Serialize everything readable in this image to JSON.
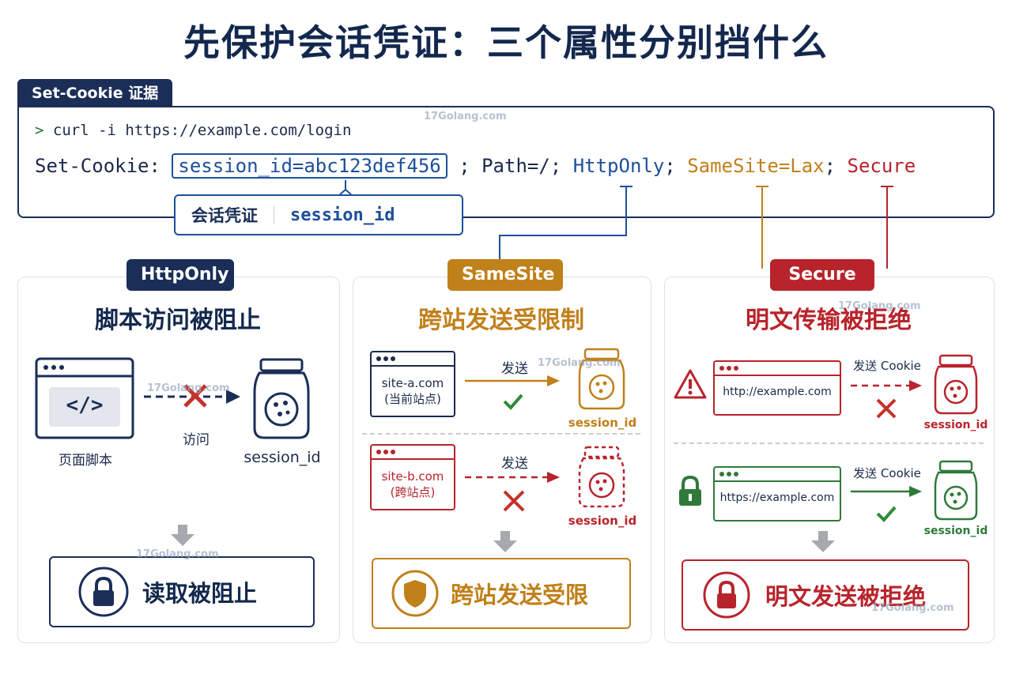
{
  "title": "先保护会话凭证：三个属性分别挡什么",
  "evidence": {
    "tab": "Set-Cookie 证据",
    "prompt": ">",
    "command": "curl -i https://example.com/login",
    "header_name": "Set-Cookie:",
    "session_pair": "session_id=abc123def456",
    "path_part": "; Path=/;",
    "httponly": "HttpOnly",
    "semi1": ";",
    "samesite": "SameSite=Lax",
    "semi2": ";",
    "secure": "Secure",
    "credential_label": "会话凭证",
    "credential_value": "session_id"
  },
  "panels": {
    "httponly": {
      "badge": "HttpOnly",
      "title": "脚本访问被阻止",
      "code_glyph": "</>",
      "script_label": "页面脚本",
      "access_label": "访问",
      "jar_label": "session_id",
      "result": "读取被阻止"
    },
    "samesite": {
      "badge": "SameSite",
      "title": "跨站发送受限制",
      "site_a_line1": "site-a.com",
      "site_a_line2": "(当前站点)",
      "send_a": "发送",
      "jar_a": "session_id",
      "site_b_line1": "site-b.com",
      "site_b_line2": "(跨站点)",
      "send_b": "发送",
      "jar_b": "session_id",
      "result": "跨站发送受限"
    },
    "secure": {
      "badge": "Secure",
      "title": "明文传输被拒绝",
      "http_url": "http://example.com",
      "send_http": "发送 Cookie",
      "jar_http": "session_id",
      "https_url": "https://example.com",
      "send_https": "发送 Cookie",
      "jar_https": "session_id",
      "result": "明文发送被拒绝"
    }
  },
  "watermark": "17Golang.com",
  "colors": {
    "navy": "#1a2e57",
    "blue": "#1d4f9c",
    "gold": "#c0801a",
    "red": "#b8242b",
    "green": "#2f7a3a"
  },
  "icons": [
    "code-icon",
    "cookie-jar-icon",
    "cross-icon",
    "check-icon",
    "lock-icon",
    "shield-icon",
    "warning-icon",
    "browser-window-icon",
    "down-arrow-icon"
  ]
}
